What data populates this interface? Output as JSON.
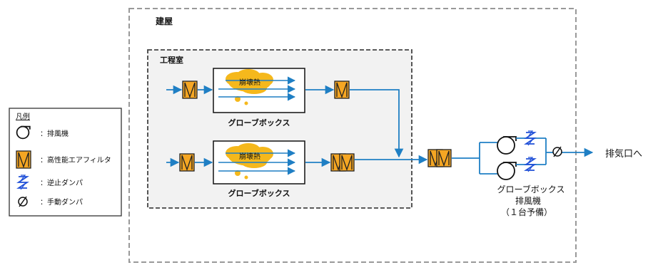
{
  "building": {
    "label": "建屋"
  },
  "process_room": {
    "label": "工程室"
  },
  "glovebox_1": {
    "label": "グローブボックス",
    "heat_label": "崩壊熱"
  },
  "glovebox_2": {
    "label": "グローブボックス",
    "heat_label": "崩壊熱"
  },
  "exhaust_fans": {
    "label_lines": [
      "グローブボックス",
      "排風機",
      "（１台予備）"
    ]
  },
  "outlet": {
    "label": "排気口へ"
  },
  "legend": {
    "title": "凡例",
    "items": [
      {
        "icon": "fan-icon",
        "label": "：排風機"
      },
      {
        "icon": "hepa-filter-icon",
        "label": "：高性能エアフィルタ"
      },
      {
        "icon": "check-damper-icon",
        "label": "：逆止ダンパ"
      },
      {
        "icon": "manual-damper-icon",
        "label": "：手動ダンパ"
      }
    ]
  },
  "colors": {
    "flow": "#1f7fc4",
    "filter_fill": "#f5a623",
    "heat_cloud": "#f5b81c",
    "room_fill": "#f2f2f2",
    "check_damper": "#2050d8"
  }
}
